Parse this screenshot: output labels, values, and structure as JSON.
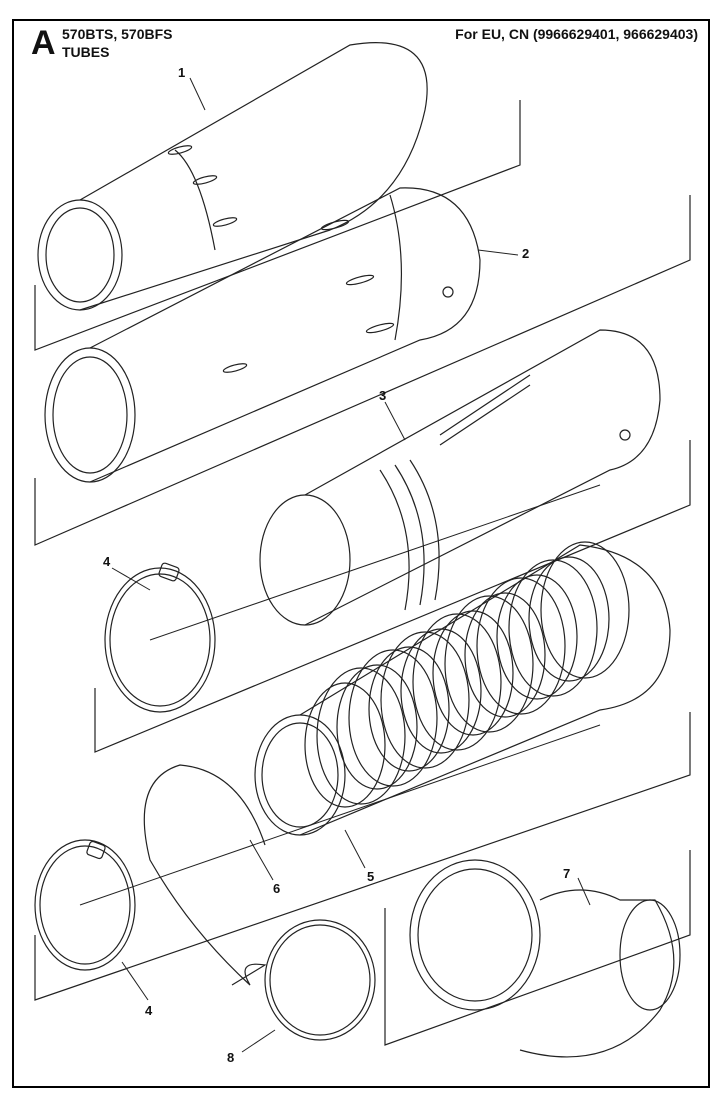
{
  "header": {
    "section_letter": "A",
    "models": "570BTS, 570BFS",
    "title": "TUBES",
    "region": "For EU, CN (9966629401, 966629403)"
  },
  "callouts": [
    {
      "id": "1",
      "part": "tube-1"
    },
    {
      "id": "2",
      "part": "tube-2"
    },
    {
      "id": "3",
      "part": "tube-3"
    },
    {
      "id": "4",
      "part": "clamp-upper"
    },
    {
      "id": "5",
      "part": "bellows"
    },
    {
      "id": "6",
      "part": "wire"
    },
    {
      "id": "7",
      "part": "elbow"
    },
    {
      "id": "8",
      "part": "ring"
    },
    {
      "id": "4",
      "part": "clamp-lower"
    }
  ]
}
